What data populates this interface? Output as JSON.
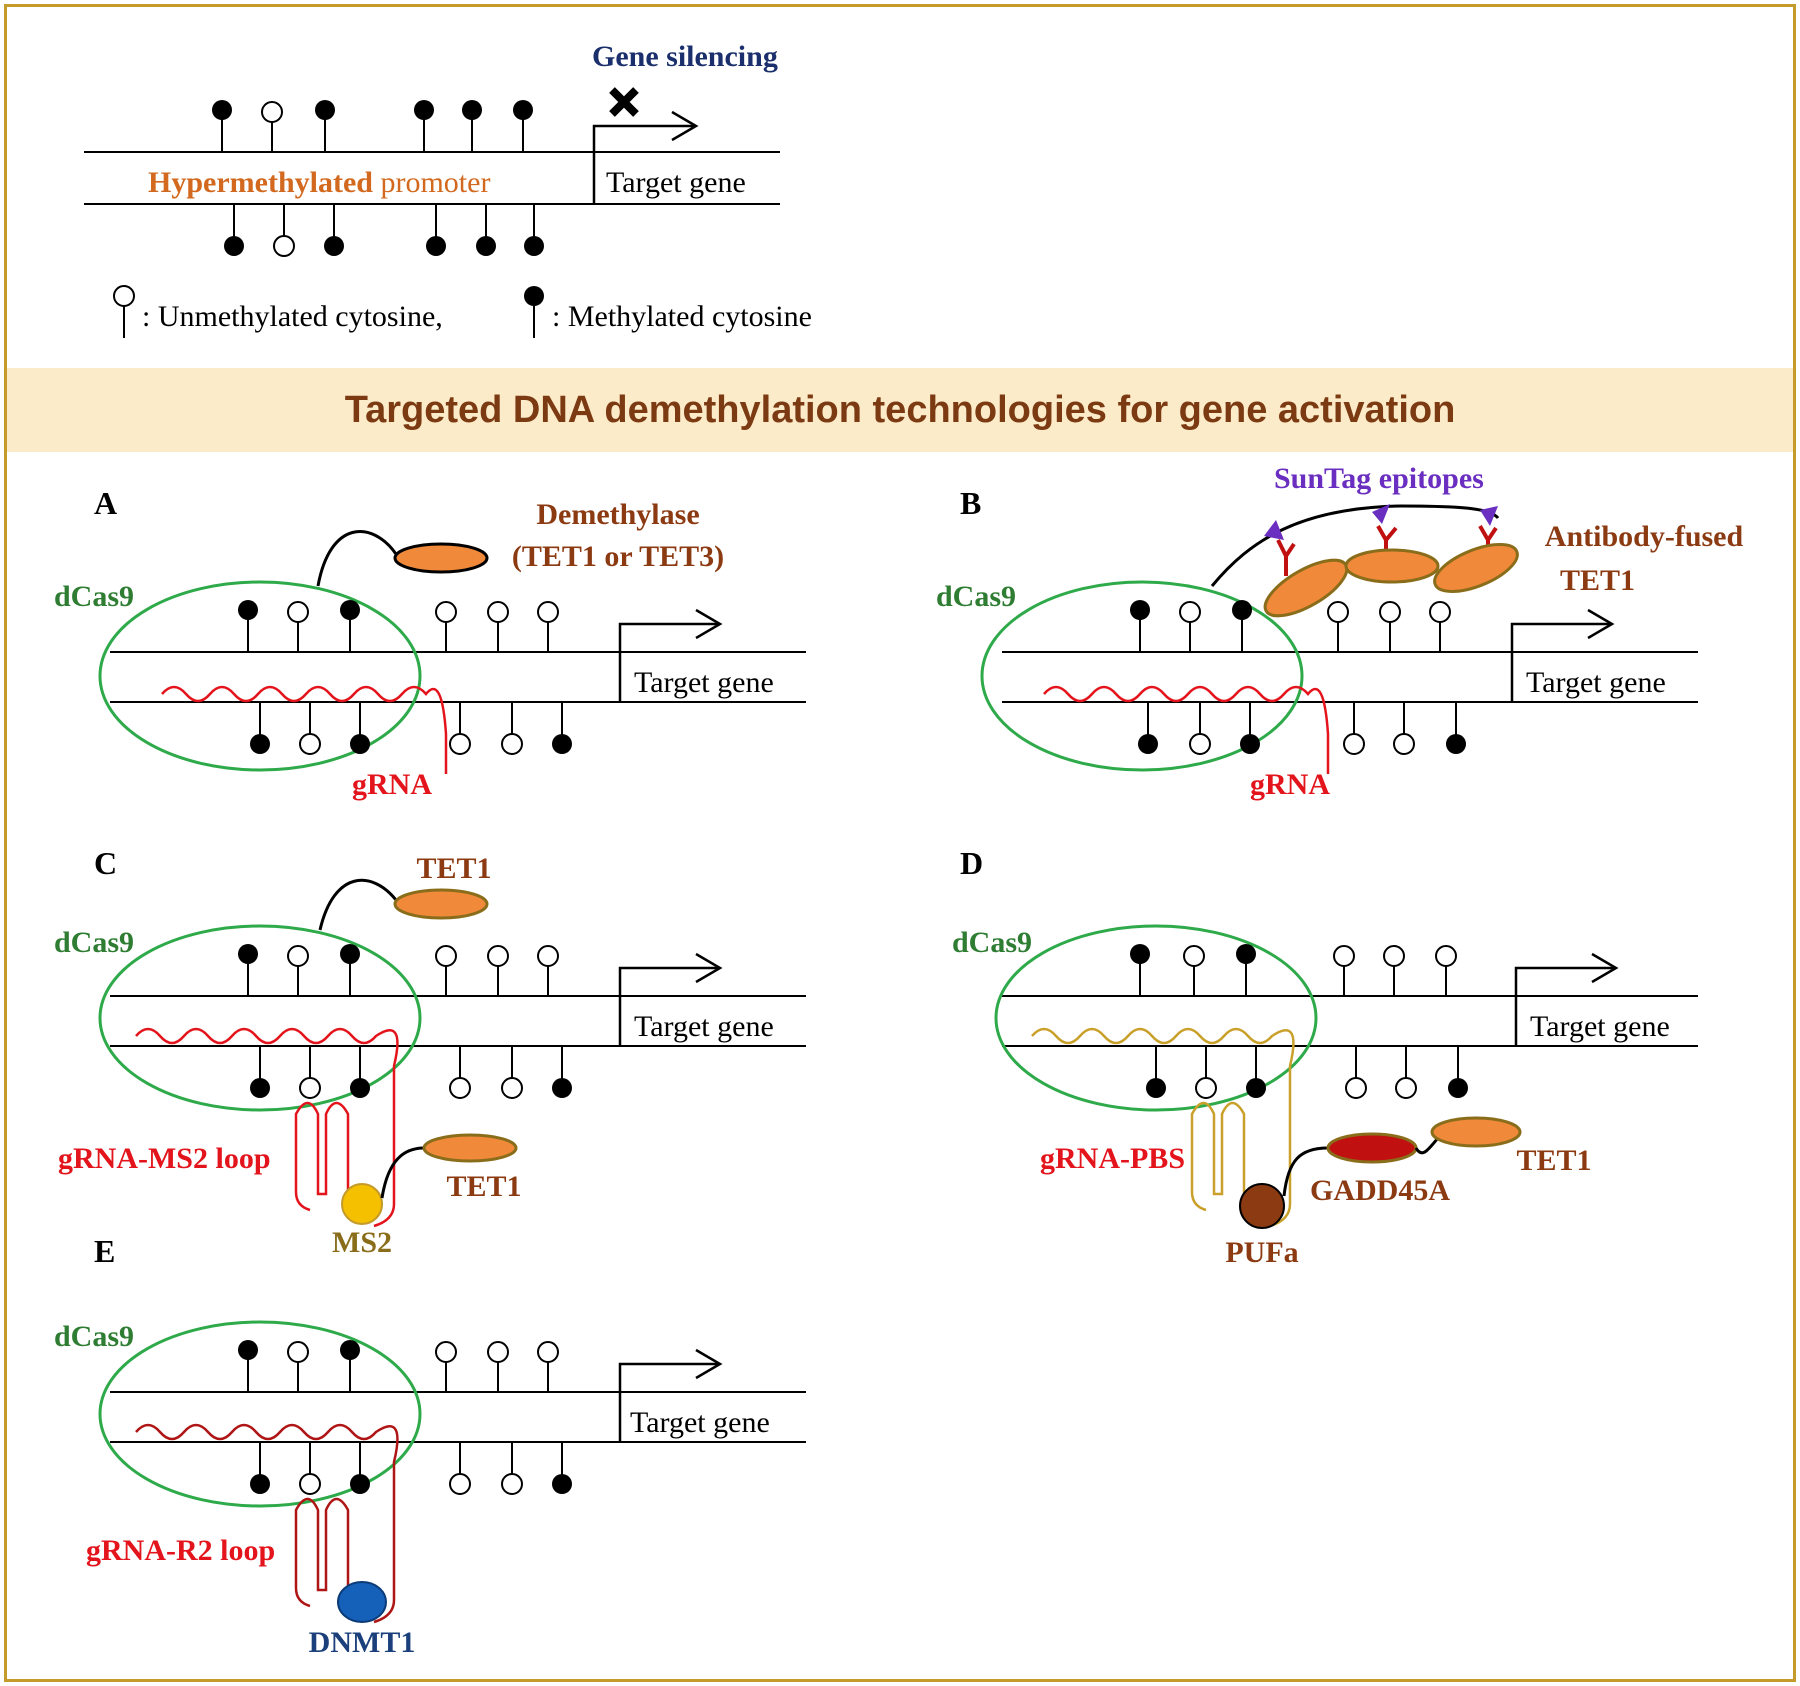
{
  "top": {
    "gene_silencing": "Gene silencing",
    "promoter_label_bold": "Hypermethylated",
    "promoter_label_plain": " promoter",
    "target_gene": "Target gene",
    "legend_unmethylated": ": Unmethylated cytosine,",
    "legend_methylated": ": Methylated cytosine"
  },
  "band_title": "Targeted DNA demethylation technologies for gene activation",
  "panels": {
    "A": {
      "letter": "A",
      "dcas9": "dCas9",
      "enzyme_line1": "Demethylase",
      "enzyme_line2": "(TET1 or TET3)",
      "grna": "gRNA",
      "target_gene": "Target gene"
    },
    "B": {
      "letter": "B",
      "dcas9": "dCas9",
      "suntag": "SunTag epitopes",
      "antibody_line1": "Antibody-fused",
      "antibody_line2": "TET1",
      "grna": "gRNA",
      "target_gene": "Target gene"
    },
    "C": {
      "letter": "C",
      "dcas9": "dCas9",
      "tet1_top": "TET1",
      "grna_loop": "gRNA-MS2 loop",
      "tet1_bottom": "TET1",
      "ms2": "MS2",
      "target_gene": "Target gene"
    },
    "D": {
      "letter": "D",
      "dcas9": "dCas9",
      "grna_pbs": "gRNA-PBS",
      "gadd45a": "GADD45A",
      "tet1": "TET1",
      "pufa": "PUFa",
      "target_gene": "Target gene"
    },
    "E": {
      "letter": "E",
      "dcas9": "dCas9",
      "grna_loop": "gRNA-R2 loop",
      "dnmt1": "DNMT1",
      "target_gene": "Target gene"
    }
  },
  "colors": {
    "frame": "#c49a2a",
    "band": "#fcebc9",
    "band_title": "#7b3a12",
    "dcas9_green": "#2e7d32",
    "dcas9_ellipse": "#2eaa4a",
    "grna_red": "#e3141b",
    "grna_darkred": "#b01515",
    "grna_gold": "#c9a02a",
    "tet_orange": "#f08a3a",
    "tet_border": "#8a6d1a",
    "enzyme_brown": "#8b3a12",
    "suntag_purple": "#6a2fc0",
    "ms2_yellow": "#f5c000",
    "gadd_red": "#c01010",
    "pufa_brown": "#8b3a12",
    "dnmt1_blue": "#1560b8",
    "navy": "#1a2f6b"
  }
}
